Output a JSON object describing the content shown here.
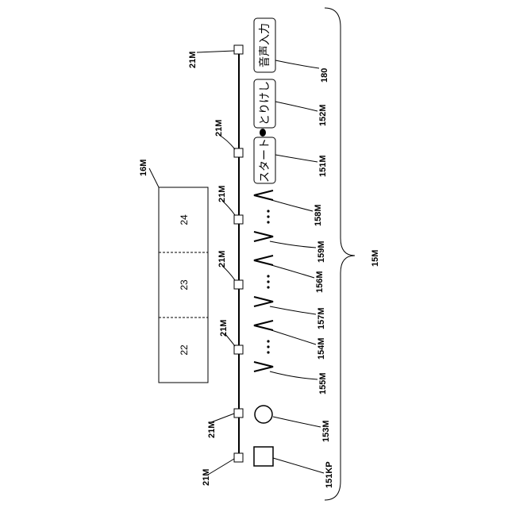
{
  "labels": {
    "bracket": "15M",
    "panel": "16M",
    "node": "21M",
    "square_key": "151KP",
    "circle_key": "153M",
    "key_155": "155M",
    "key_154": "154M",
    "key_157": "157M",
    "key_156": "156M",
    "key_159": "159M",
    "key_158": "158M",
    "start_key": "151M",
    "erase_key": "152M",
    "voice_key": "180"
  },
  "panel_cells": [
    "22",
    "23",
    "24"
  ],
  "buttons": {
    "start": "スタート",
    "erase": "とりけし",
    "voice": "音声入力"
  }
}
